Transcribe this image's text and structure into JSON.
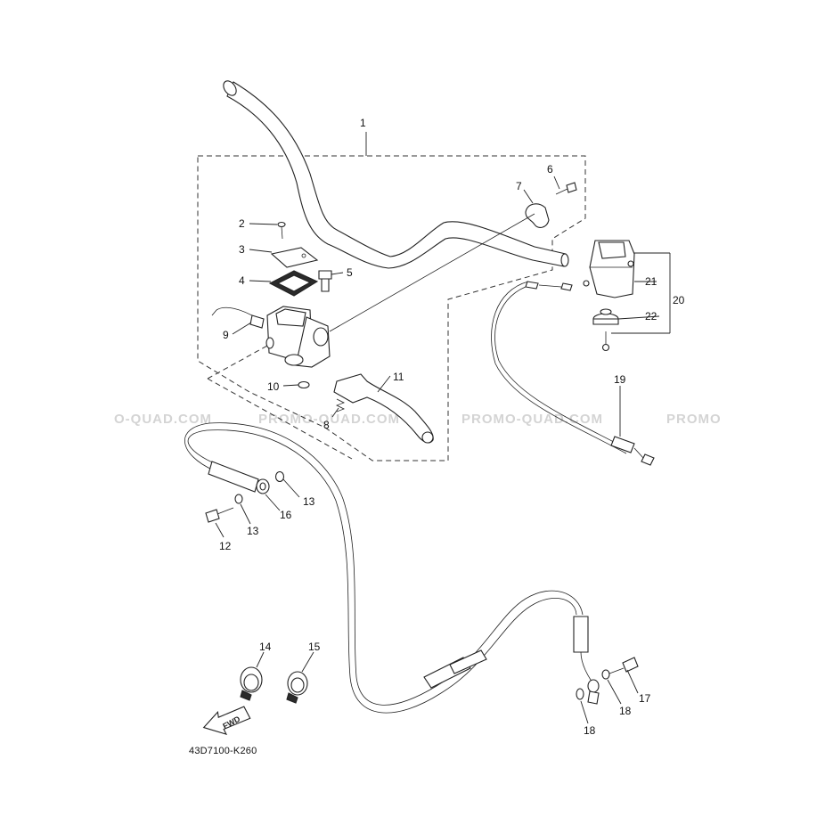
{
  "diagram": {
    "part_code": "43D7100-K260",
    "direction_arrow": "FWD",
    "watermark": {
      "segments": [
        "O-QUAD.COM",
        "PROMO-QUAD.COM",
        "PROMO-QUAD.COM",
        "PROMO"
      ]
    },
    "callouts": [
      "1",
      "2",
      "3",
      "4",
      "5",
      "6",
      "7",
      "8",
      "9",
      "10",
      "11",
      "12",
      "13",
      "13",
      "14",
      "15",
      "16",
      "17",
      "18",
      "18",
      "19",
      "20",
      "21",
      "22"
    ],
    "icons": [
      "handlebar-icon",
      "master-cylinder-icon",
      "brake-lever-icon",
      "brake-hose-icon",
      "throttle-housing-icon",
      "throttle-cable-icon",
      "hose-clamp-icon",
      "union-bolt-icon",
      "washer-icon",
      "screw-icon"
    ]
  }
}
